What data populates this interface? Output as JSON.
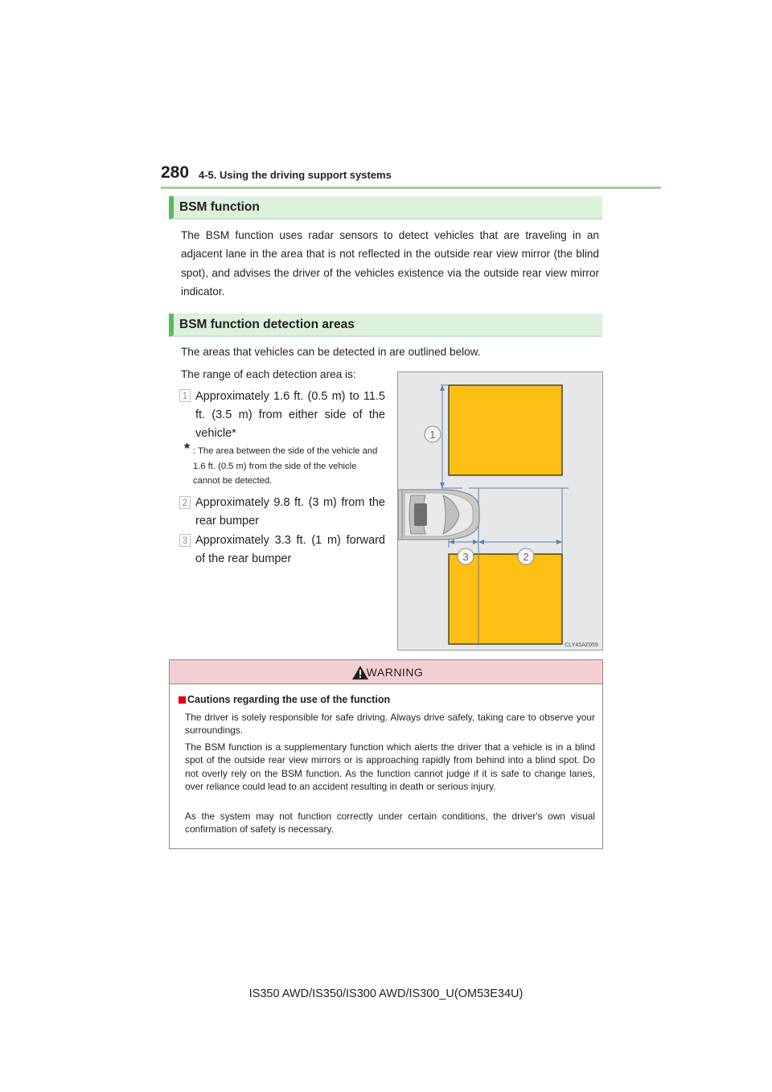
{
  "header": {
    "page_number": "280",
    "chapter": "4-5. Using the driving support systems"
  },
  "sections": [
    {
      "title": "BSM function",
      "paragraphs": [
        "The BSM function uses radar sensors to detect vehicles that are traveling in an adjacent lane in the area that is not reflected in the outside rear view mirror (the blind spot), and advises the driver of the vehicles existence via the outside rear view mirror indicator."
      ]
    },
    {
      "title": "BSM function detection areas",
      "paragraphs": [
        "The areas that vehicles can be detected in are outlined below.",
        "The range of each detection area is:"
      ]
    }
  ],
  "items": [
    {
      "num": "1",
      "text": "Approximately 1.6 ft. (0.5 m) to 11.5 ft. (3.5 m) from either side of the vehicle*"
    },
    {
      "num": "2",
      "text": "Approximately 9.8 ft. (3 m) from the rear bumper"
    },
    {
      "num": "3",
      "text": "Approximately 3.3 ft. (1 m) forward of the rear bumper"
    }
  ],
  "footnote": {
    "mark": "*",
    "text": ": The area between the side of the vehicle and 1.6 ft. (0.5 m) from the side of the vehicle cannot be detected."
  },
  "figure": {
    "callouts": [
      "1",
      "2",
      "3"
    ],
    "code": "CLY45AZ059",
    "colors": {
      "zone": "#fdbf13",
      "background": "#e6e7e8",
      "line": "#5b7fb5"
    }
  },
  "warning": {
    "title": "WARNING",
    "heading": "Cautions regarding the use of the function",
    "paragraphs": [
      "The driver is solely responsible for safe driving. Always drive safely, taking care to observe your surroundings.",
      "The BSM function is a supplementary function which alerts the driver that a vehicle is in a blind spot of the outside rear view mirrors or is approaching rapidly from behind into a blind spot. Do not overly rely on the BSM function. As the function cannot judge if it is safe to change lanes, over reliance could lead to an accident resulting in death or serious injury.",
      "As the system may not function correctly under certain conditions, the driver's own visual confirmation of safety is necessary."
    ]
  },
  "footer": "IS350 AWD/IS350/IS300 AWD/IS300_U(OM53E34U)"
}
